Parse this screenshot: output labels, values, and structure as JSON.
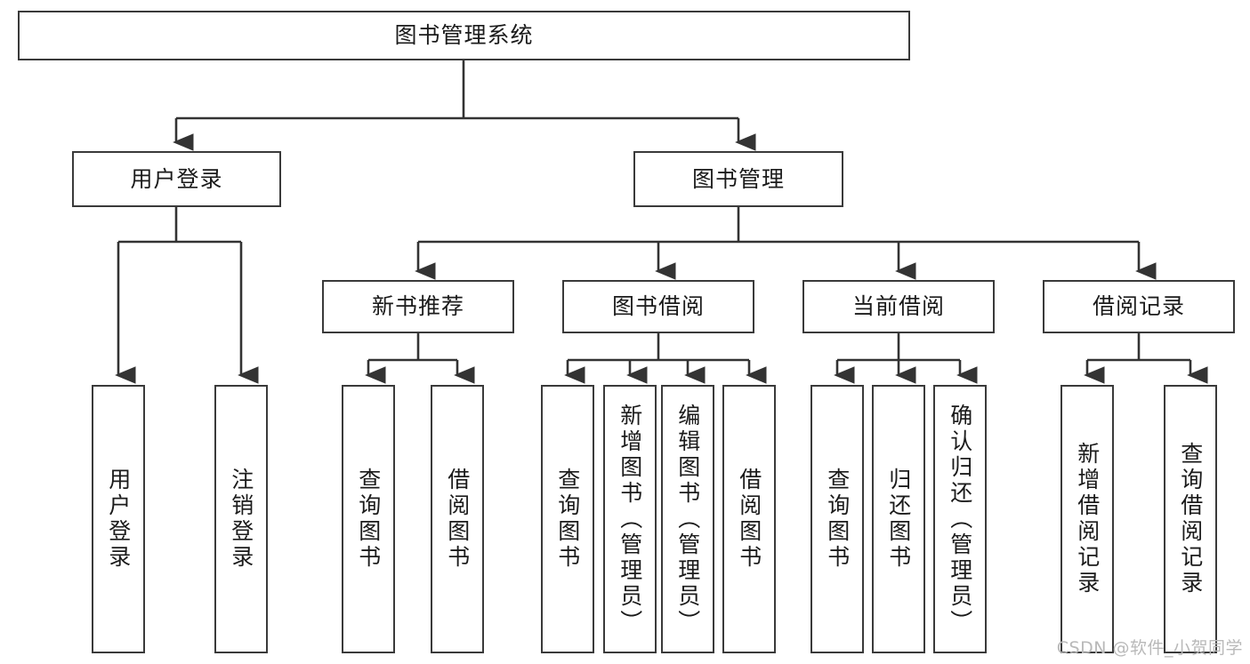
{
  "diagram": {
    "title": "图书管理系统",
    "watermark": "CSDN @软件_小贺同学",
    "colors": {
      "border": "#3a3a3a",
      "text": "#1b1b1b",
      "background": "#ffffff",
      "edge": "#333333",
      "watermark": "#b9b9b9"
    },
    "nodes": {
      "root": {
        "label": "图书管理系统"
      },
      "level2": [
        {
          "label": "用户登录"
        },
        {
          "label": "图书管理"
        }
      ],
      "level3": [
        {
          "label": "新书推荐"
        },
        {
          "label": "图书借阅"
        },
        {
          "label": "当前借阅"
        },
        {
          "label": "借阅记录"
        }
      ],
      "leaves": {
        "user_login": [
          {
            "label": "用户登录"
          },
          {
            "label": "注销登录"
          }
        ],
        "new_book": [
          {
            "label": "查询图书"
          },
          {
            "label": "借阅图书"
          }
        ],
        "borrow_book": [
          {
            "label": "查询图书"
          },
          {
            "label": "新增图书（管理员）"
          },
          {
            "label": "编辑图书（管理员）"
          },
          {
            "label": "借阅图书"
          }
        ],
        "current_borrow": [
          {
            "label": "查询图书"
          },
          {
            "label": "归还图书"
          },
          {
            "label": "确认归还（管理员）"
          }
        ],
        "borrow_record": [
          {
            "label": "新增借阅记录"
          },
          {
            "label": "查询借阅记录"
          }
        ]
      }
    }
  }
}
